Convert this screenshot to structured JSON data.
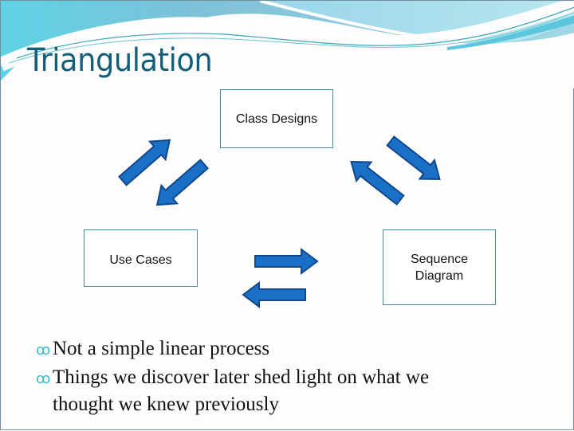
{
  "slide": {
    "title": "Triangulation",
    "colors": {
      "title": "#135e78",
      "arrow_fill": "#1a6fc7",
      "arrow_outline": "#10488a",
      "bullet": "#3bbccb",
      "box_border": "#4d8a9c"
    }
  },
  "diagram": {
    "nodes": [
      {
        "id": "class-designs",
        "label_lines": [
          "Class Designs"
        ]
      },
      {
        "id": "use-cases",
        "label_lines": [
          "Use Cases"
        ]
      },
      {
        "id": "sequence-diagram",
        "label_lines": [
          "Sequence",
          "Diagram"
        ]
      }
    ],
    "edges": [
      {
        "from": "use-cases",
        "to": "class-designs",
        "direction": "up-right"
      },
      {
        "from": "class-designs",
        "to": "use-cases",
        "direction": "down-left"
      },
      {
        "from": "class-designs",
        "to": "sequence-diagram",
        "direction": "down-right"
      },
      {
        "from": "sequence-diagram",
        "to": "class-designs",
        "direction": "up-left"
      },
      {
        "from": "use-cases",
        "to": "sequence-diagram",
        "direction": "right"
      },
      {
        "from": "sequence-diagram",
        "to": "use-cases",
        "direction": "left"
      }
    ]
  },
  "bullets": {
    "icon": "curl-bullet-icon",
    "glyph": "ꝏ",
    "items": [
      {
        "text": "Not a simple linear process"
      },
      {
        "text": "Things we discover later shed light on what we thought we knew previously"
      }
    ]
  }
}
